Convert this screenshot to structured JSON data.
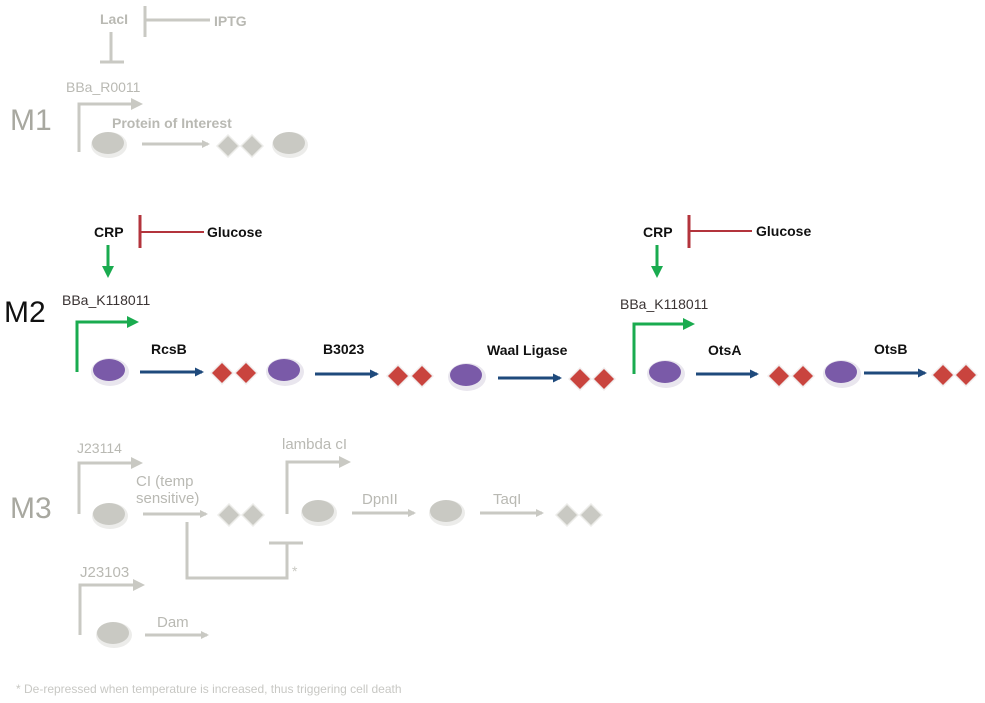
{
  "colors": {
    "faded": "#c9c9c3",
    "faded_text": "#b9b9b3",
    "faded_module": "#a8a8a0",
    "green": "#1aab4f",
    "red_bar": "#b3343c",
    "navy_arrow": "#1f4a7c",
    "purple": "#7a5aa8",
    "diamond_red": "#c9443e",
    "black": "#111111"
  },
  "modules": {
    "m1": {
      "label": "M1",
      "repressor": "LacI",
      "inducer": "IPTG",
      "promoter": "BBa_R0011",
      "gene": "Protein of Interest"
    },
    "m2": {
      "label": "M2",
      "cassettes": [
        {
          "activator": "CRP",
          "inhibitor": "Glucose",
          "promoter": "BBa_K118011",
          "genes": [
            "RcsB",
            "B3023",
            "Waal Ligase"
          ]
        },
        {
          "activator": "CRP",
          "inhibitor": "Glucose",
          "promoter": "BBa_K118011",
          "genes": [
            "OtsA",
            "OtsB"
          ]
        }
      ]
    },
    "m3": {
      "label": "M3",
      "promoter_1": "J23114",
      "gene_1_line1": "CI (temp",
      "gene_1_line2": "sensitive)",
      "promoter_2": "lambda cI",
      "gene_2": "DpnII",
      "gene_3": "TaqI",
      "promoter_3": "J23103",
      "gene_4": "Dam",
      "asterisk": "*"
    }
  },
  "footnote": "* De-repressed when temperature is increased, thus triggering cell death"
}
